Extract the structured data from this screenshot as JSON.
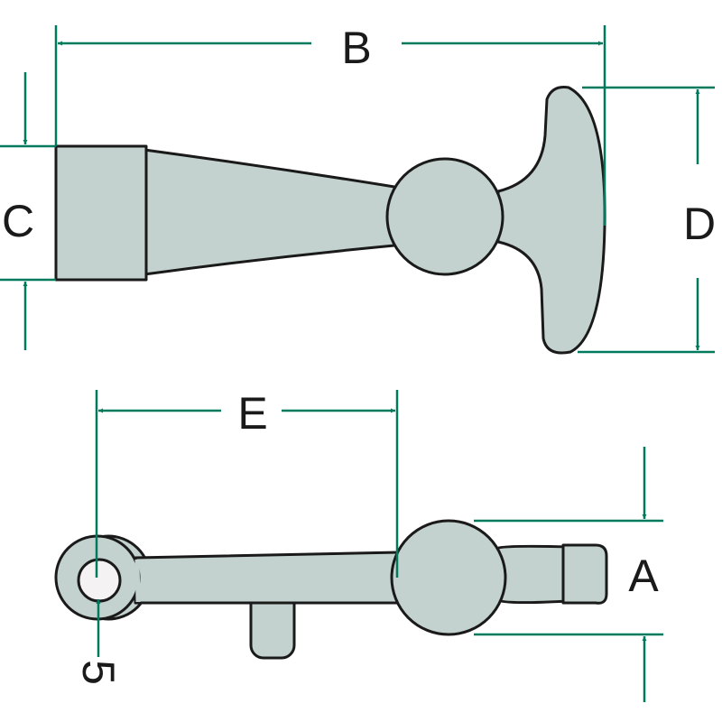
{
  "labels": {
    "a": "A",
    "b": "B",
    "c": "C",
    "d": "D",
    "e": "E",
    "hole": "5"
  },
  "colors": {
    "part": "#c3d2ce",
    "dimension": "#007a5c",
    "outline": "#1a1a1a"
  }
}
